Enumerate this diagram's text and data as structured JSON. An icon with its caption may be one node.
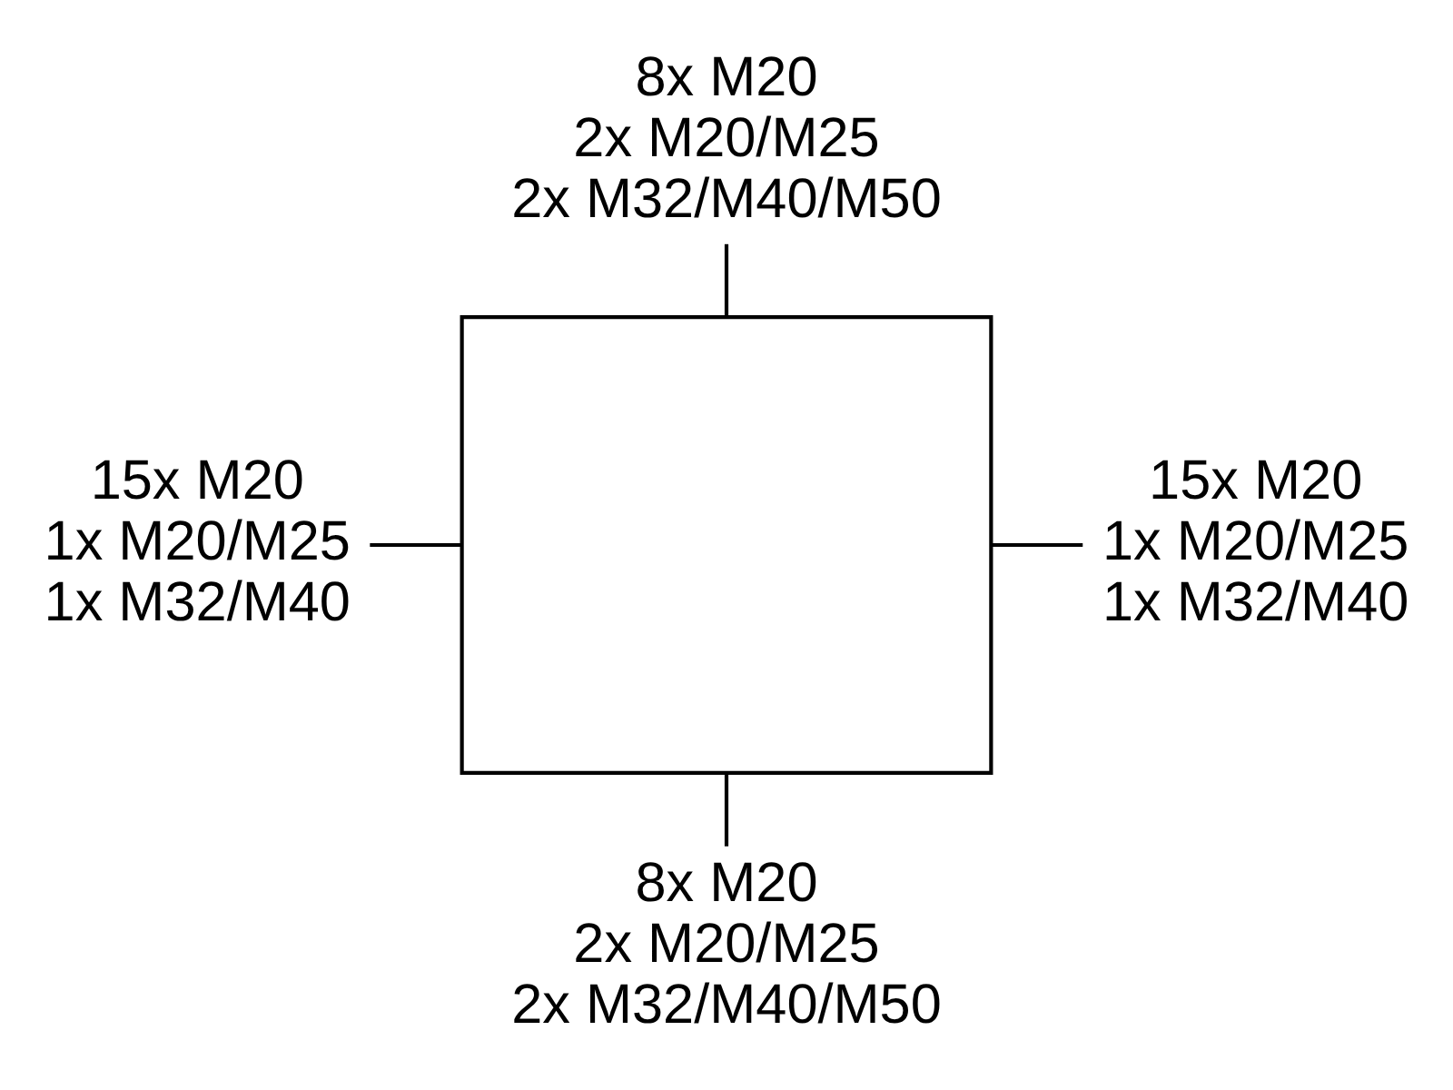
{
  "diagram": {
    "nodes": [
      {
        "text": [
          "8x M20",
          "2x M20/M25",
          "2x M32/M40/M50"
        ]
      },
      {
        "text": [
          "15x M20",
          "1x M20/M25",
          "1x M32/M40"
        ]
      },
      {
        "text": [],
        "shape": "box"
      },
      {
        "text": [
          "15x M20",
          "1x M20/M25",
          "1x M32/M40"
        ]
      },
      {
        "text": [
          "8x M20",
          "2x M20/M25",
          "2x M32/M40/M50"
        ]
      }
    ],
    "edges": [
      {
        "from": 0,
        "to": 2,
        "arrow": "none"
      },
      {
        "from": 1,
        "to": 2,
        "arrow": "none"
      },
      {
        "from": 2,
        "to": 3,
        "arrow": "none"
      },
      {
        "from": 2,
        "to": 4,
        "arrow": "none"
      }
    ]
  }
}
